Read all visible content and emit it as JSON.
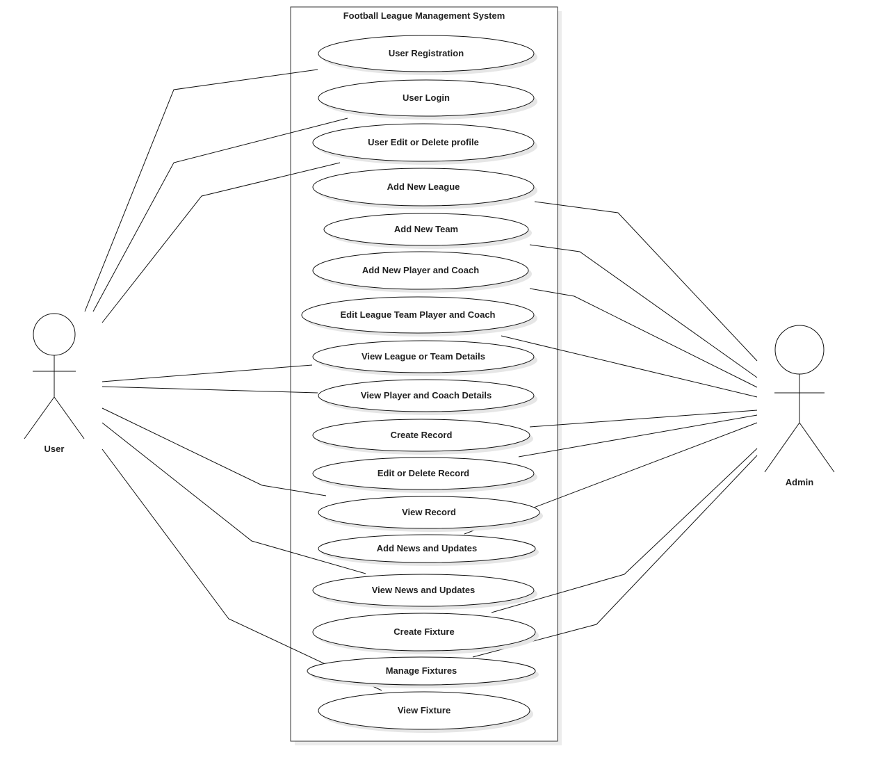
{
  "system": {
    "title": "Football League Management System"
  },
  "actors": [
    {
      "id": "user",
      "label": "User"
    },
    {
      "id": "admin",
      "label": "Admin"
    }
  ],
  "use_cases": [
    {
      "id": "uc0",
      "label": "User Registration"
    },
    {
      "id": "uc1",
      "label": "User Login"
    },
    {
      "id": "uc2",
      "label": "User Edit or Delete profile"
    },
    {
      "id": "uc3",
      "label": "Add New League"
    },
    {
      "id": "uc4",
      "label": "Add New Team"
    },
    {
      "id": "uc5",
      "label": "Add New Player and Coach"
    },
    {
      "id": "uc6",
      "label": "Edit League Team  Player and Coach"
    },
    {
      "id": "uc7",
      "label": "View League or Team Details"
    },
    {
      "id": "uc8",
      "label": "View Player and Coach Details"
    },
    {
      "id": "uc9",
      "label": "Create Record"
    },
    {
      "id": "uc10",
      "label": "Edit or Delete Record"
    },
    {
      "id": "uc11",
      "label": "View Record"
    },
    {
      "id": "uc12",
      "label": "Add News and Updates"
    },
    {
      "id": "uc13",
      "label": "View News and Updates"
    },
    {
      "id": "uc14",
      "label": "Create Fixture"
    },
    {
      "id": "uc15",
      "label": "Manage Fixtures"
    },
    {
      "id": "uc16",
      "label": "View Fixture"
    }
  ],
  "associations": [
    {
      "actor": "user",
      "use_case": "uc0"
    },
    {
      "actor": "user",
      "use_case": "uc1"
    },
    {
      "actor": "user",
      "use_case": "uc2"
    },
    {
      "actor": "user",
      "use_case": "uc7"
    },
    {
      "actor": "user",
      "use_case": "uc8"
    },
    {
      "actor": "user",
      "use_case": "uc11"
    },
    {
      "actor": "user",
      "use_case": "uc13"
    },
    {
      "actor": "user",
      "use_case": "uc16"
    },
    {
      "actor": "admin",
      "use_case": "uc3"
    },
    {
      "actor": "admin",
      "use_case": "uc4"
    },
    {
      "actor": "admin",
      "use_case": "uc5"
    },
    {
      "actor": "admin",
      "use_case": "uc6"
    },
    {
      "actor": "admin",
      "use_case": "uc9"
    },
    {
      "actor": "admin",
      "use_case": "uc10"
    },
    {
      "actor": "admin",
      "use_case": "uc12"
    },
    {
      "actor": "admin",
      "use_case": "uc14"
    },
    {
      "actor": "admin",
      "use_case": "uc15"
    }
  ]
}
